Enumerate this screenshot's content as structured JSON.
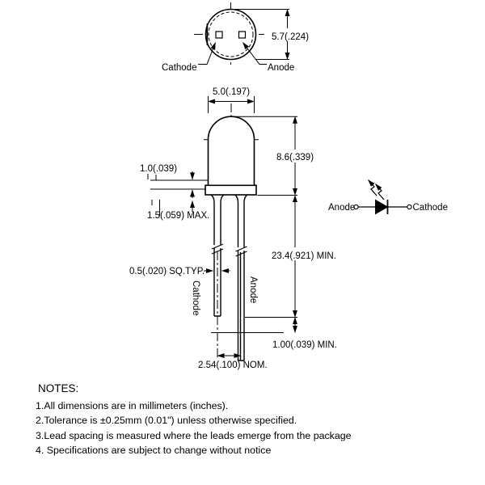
{
  "drawing": {
    "top_view": {
      "dim_diameter": "5.7(.224)",
      "cathode_label": "Cathode",
      "anode_label": "Anode"
    },
    "front_view": {
      "dim_body_width": "5.0(.197)",
      "dim_body_height": "8.6(.339)",
      "dim_flange_thickness": "1.0(.039)",
      "dim_standoff": "1.5(.059) MAX.",
      "dim_lead_square": "0.5(.020) SQ.TYP.",
      "dim_lead_length_min": "23.4(.921) MIN.",
      "dim_lead_tip_min": "1.00(.039) MIN.",
      "dim_lead_spacing": "2.54(.100) NOM.",
      "cathode_lead_label": "Cathode",
      "anode_lead_label": "Anode"
    },
    "schematic": {
      "anode_label": "Anode",
      "cathode_label": "Cathode"
    }
  },
  "notes": {
    "title": "NOTES:",
    "items": [
      "1.All dimensions are in millimeters (inches).",
      "2.Tolerance is ±0.25mm (0.01\") unless otherwise specified.",
      "3.Lead spacing is measured where the leads emerge from the package",
      "4. Specifications are subject to change without notice"
    ]
  },
  "colors": {
    "line": "#000000",
    "background": "#ffffff"
  }
}
